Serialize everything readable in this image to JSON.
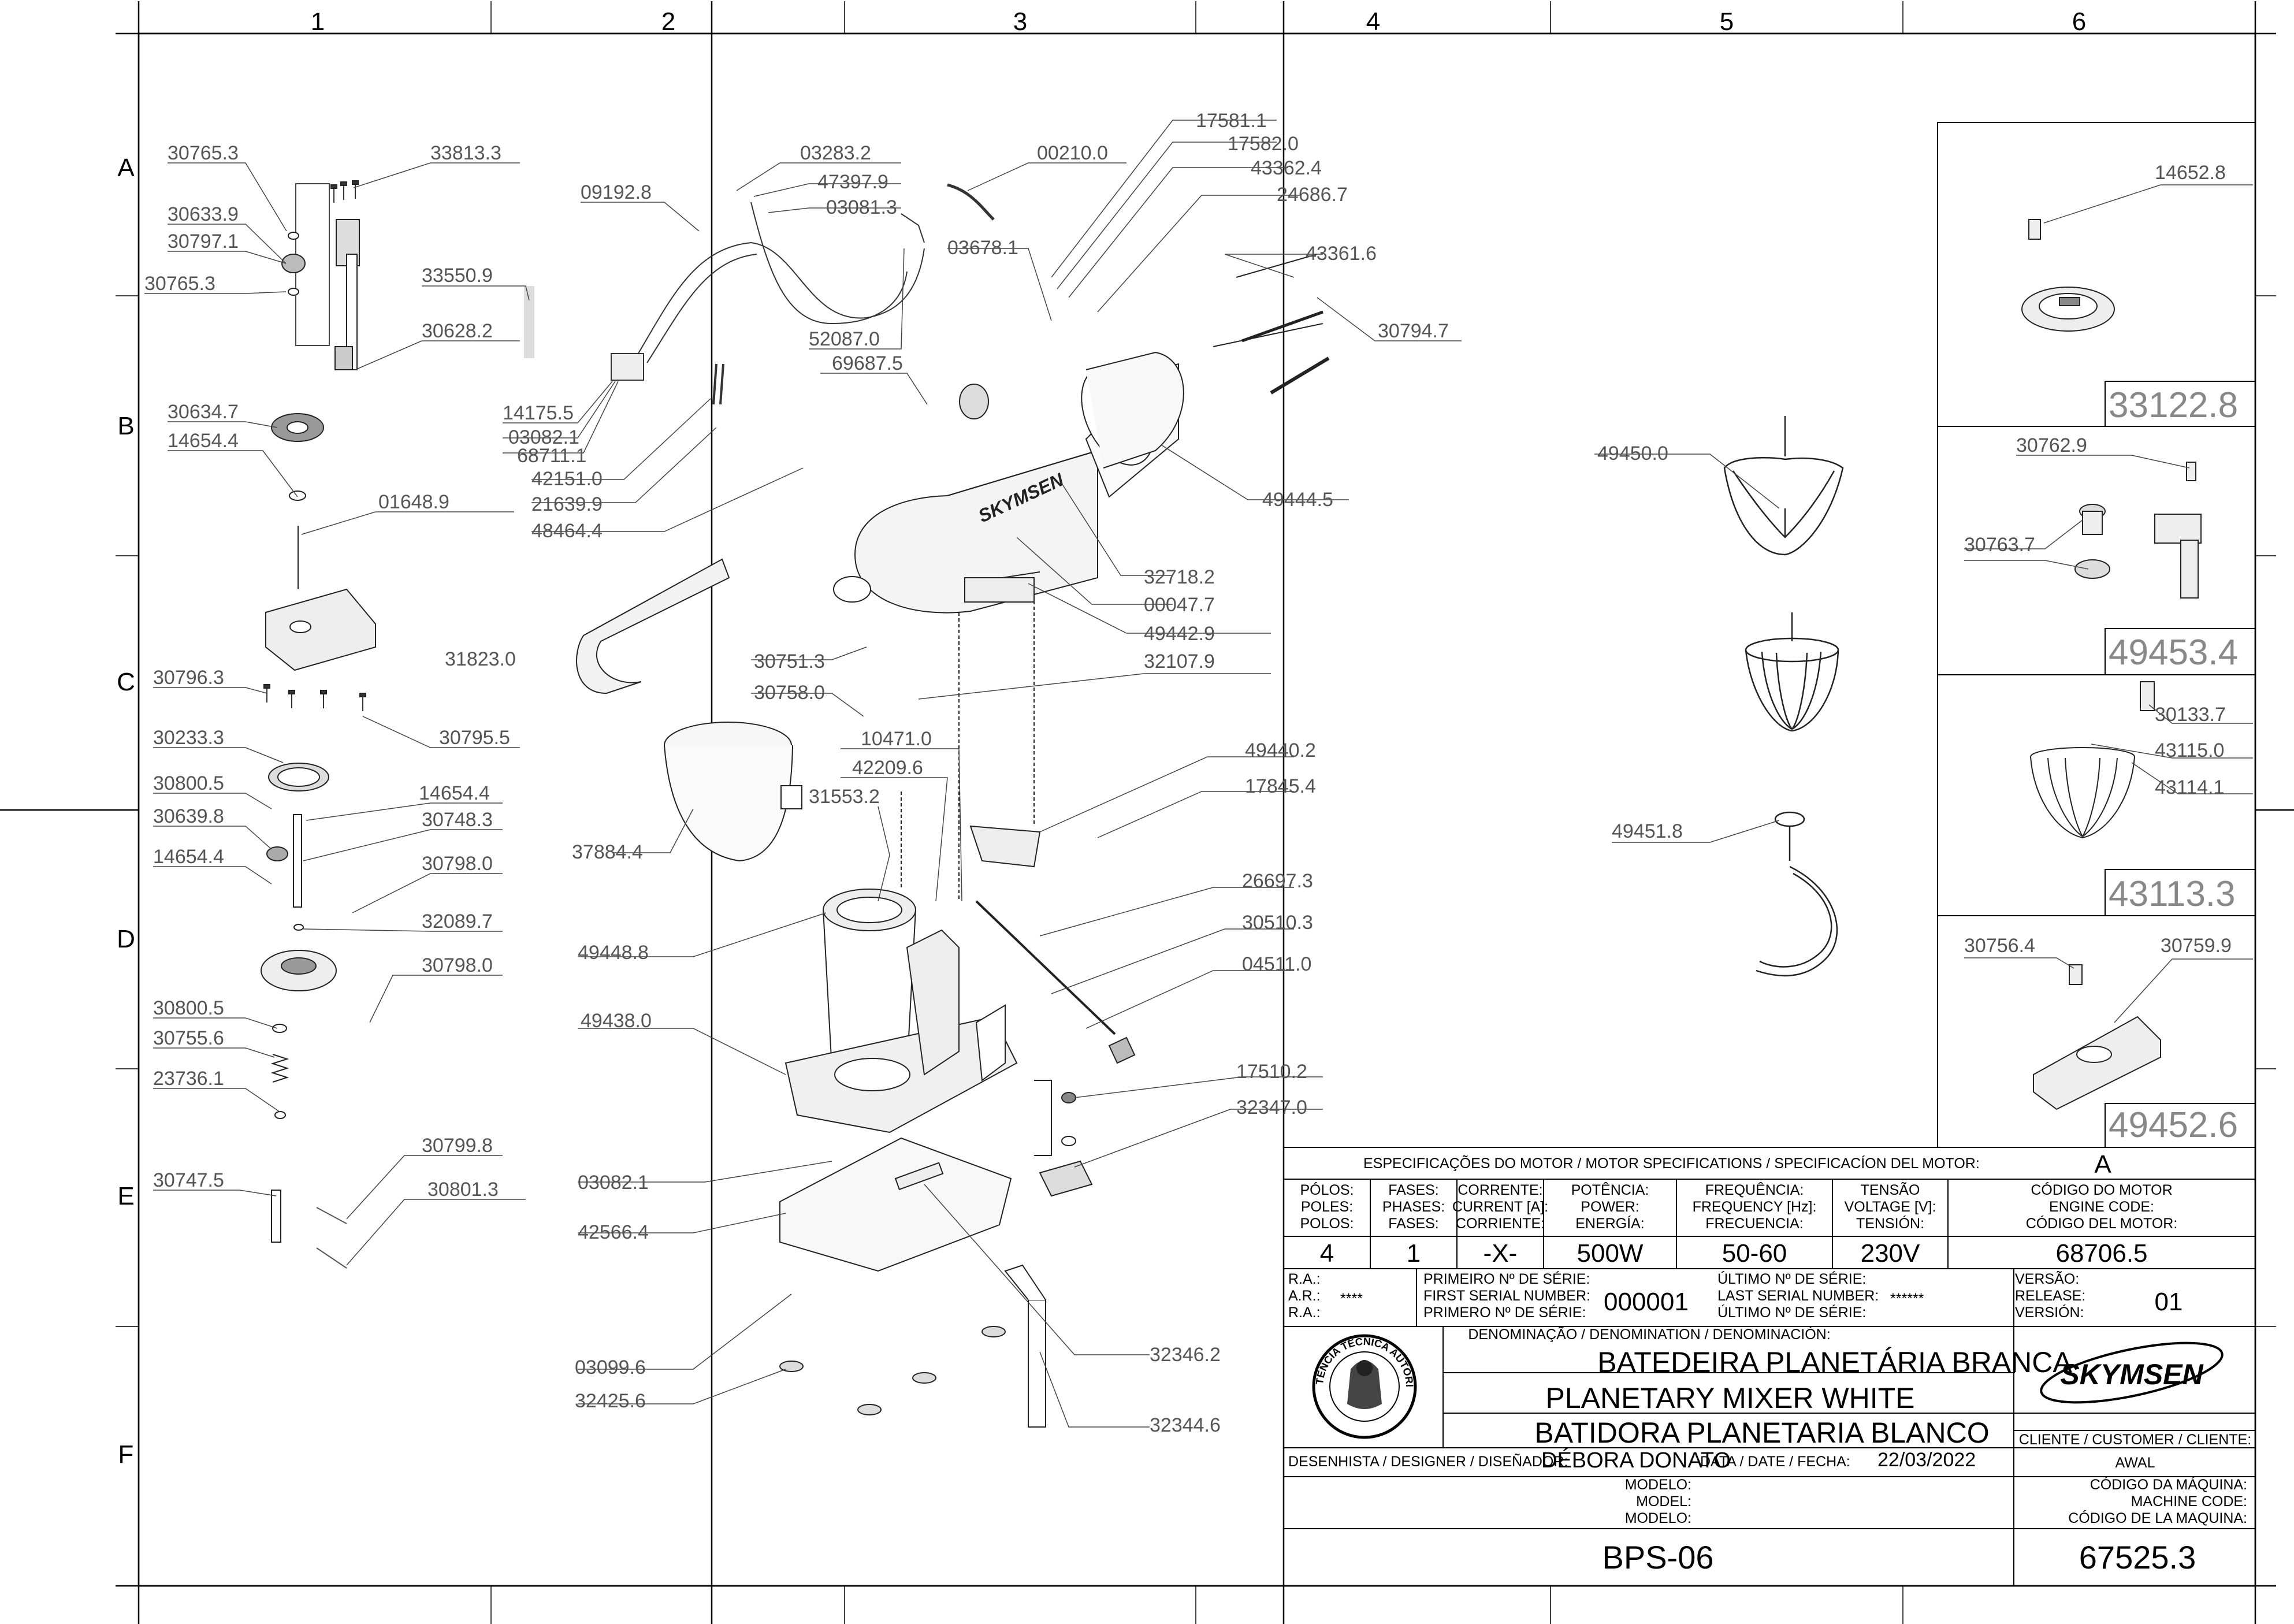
{
  "grid": {
    "columns": [
      "1",
      "2",
      "3",
      "4",
      "5",
      "6"
    ],
    "rows": [
      "A",
      "B",
      "C",
      "D",
      "E",
      "F"
    ]
  },
  "brand": "SKYMSEN",
  "parts": {
    "p30765_3a": "30765.3",
    "p33813_3": "33813.3",
    "p30633_9": "30633.9",
    "p30797_1": "30797.1",
    "p30765_3b": "30765.3",
    "p33550_9": "33550.9",
    "p30628_2": "30628.2",
    "p30634_7": "30634.7",
    "p14654_4a": "14654.4",
    "p01648_9": "01648.9",
    "p30796_3": "30796.3",
    "p30795_5": "30795.5",
    "p30233_3": "30233.3",
    "p30800_5a": "30800.5",
    "p14654_4b": "14654.4",
    "p30639_8": "30639.8",
    "p30748_3": "30748.3",
    "p14654_4c": "14654.4",
    "p30798_0a": "30798.0",
    "p32089_7": "32089.7",
    "p30798_0b": "30798.0",
    "p30800_5b": "30800.5",
    "p30755_6": "30755.6",
    "p23736_1": "23736.1",
    "p30799_8": "30799.8",
    "p30747_5": "30747.5",
    "p30801_3": "30801.3",
    "p03283_2": "03283.2",
    "p00210_0": "00210.0",
    "p09192_8": "09192.8",
    "p47397_9": "47397.9",
    "p03081_3": "03081.3",
    "p52087_0": "52087.0",
    "p69687_5": "69687.5",
    "p14175_5": "14175.5",
    "p03082_1a": "03082.1",
    "p68711_1": "68711.1",
    "p42151_0": "42151.0",
    "p21639_9": "21639.9",
    "p48464_4": "48464.4",
    "p17581_1": "17581.1",
    "p17582_0": "17582.0",
    "p43362_4": "43362.4",
    "p24686_7": "24686.7",
    "p03678_1": "03678.1",
    "p43361_6": "43361.6",
    "p30794_7": "30794.7",
    "p49444_5": "49444.5",
    "p32718_2": "32718.2",
    "p00047_7": "00047.7",
    "p49442_9": "49442.9",
    "p31823_0": "31823.0",
    "p30751_3": "30751.3",
    "p30758_0": "30758.0",
    "p32107_9": "32107.9",
    "p10471_0": "10471.0",
    "p42209_6": "42209.6",
    "p49440_2": "49440.2",
    "p17845_4": "17845.4",
    "p31553_2": "31553.2",
    "p37884_4": "37884.4",
    "p26697_3": "26697.3",
    "p30510_3": "30510.3",
    "p04511_0": "04511.0",
    "p49448_8": "49448.8",
    "p49438_0": "49438.0",
    "p17510_2": "17510.2",
    "p32347_0": "32347.0",
    "p03082_1b": "03082.1",
    "p42566_4": "42566.4",
    "p03099_6": "03099.6",
    "p32346_2": "32346.2",
    "p32425_6": "32425.6",
    "p32344_6": "32344.6",
    "p49450_0": "49450.0",
    "p49451_8": "49451.8",
    "p14652_8": "14652.8",
    "p30762_9": "30762.9",
    "p30763_7": "30763.7",
    "p30133_7": "30133.7",
    "p43115_0": "43115.0",
    "p43114_1": "43114.1",
    "p30756_4": "30756.4",
    "p30759_9": "30759.9"
  },
  "insets": {
    "code1": "33122.8",
    "code2": "49453.4",
    "code3": "43113.3",
    "code4": "49452.6"
  },
  "title_block": {
    "motor_spec_label": "ESPECIFICAÇÕES DO MOTOR / MOTOR SPECIFICATIONS / SPECIFICACÍON DEL MOTOR:",
    "motor_spec_value": "A",
    "poles_header": [
      "PÓLOS:",
      "POLES:",
      "POLOS:"
    ],
    "phases_header": [
      "FASES:",
      "PHASES:",
      "FASES:"
    ],
    "current_header": [
      "CORRENTE:",
      "CURRENT [A]:",
      "CORRIENTE:"
    ],
    "power_header": [
      "POTÊNCIA:",
      "POWER:",
      "ENERGÍA:"
    ],
    "frequency_header": [
      "FREQUÊNCIA:",
      "FREQUENCY [Hz]:",
      "FRECUENCIA:"
    ],
    "voltage_header": [
      "TENSÃO",
      "VOLTAGE [V]:",
      "TENSIÓN:"
    ],
    "engine_code_header": [
      "CÓDIGO DO MOTOR",
      "ENGINE CODE:",
      "CÓDIGO DEL MOTOR:"
    ],
    "poles": "4",
    "phases": "1",
    "current": "-X-",
    "power": "500W",
    "frequency": "50-60",
    "voltage": "230V",
    "engine_code": "68706.5",
    "ra_labels": [
      "R.A.:",
      "A.R.:",
      "R.A.:"
    ],
    "ra_value": "****",
    "first_serial_labels": [
      "PRIMEIRO Nº DE SÉRIE:",
      "FIRST SERIAL NUMBER:",
      "PRIMERO Nº DE SÉRIE:"
    ],
    "first_serial": "000001",
    "last_serial_labels": [
      "ÚLTIMO Nº DE SÉRIE:",
      "LAST SERIAL NUMBER:",
      "ÚLTIMO Nº DE SÉRIE:"
    ],
    "last_serial": "******",
    "version_labels": [
      "VERSÃO:",
      "RELEASE:",
      "VERSIÓN:"
    ],
    "version": "01",
    "denomination_label": "DENOMINAÇÃO / DENOMINATION / DENOMINACIÓN:",
    "name_pt": "BATEDEIRA PLANETÁRIA BRANCA",
    "name_en": "PLANETARY MIXER WHITE",
    "name_es": "BATIDORA PLANETARIA BLANCO",
    "seal_text_top": "ASSISTÊNCIA TÉCNICA AUTORIZADA",
    "designer_label": "DESENHISTA / DESIGNER / DISEÑADOR:",
    "designer": "DÉBORA DONATO",
    "date_label": "DATA / DATE / FECHA:",
    "date": "22/03/2022",
    "customer_label": "CLIENTE / CUSTOMER / CLIENTE:",
    "customer": "AWAL",
    "model_labels": [
      "MODELO:",
      "MODEL:",
      "MODELO:"
    ],
    "model": "BPS-06",
    "machine_code_labels": [
      "CÓDIGO DA MÁQUINA:",
      "MACHINE CODE:",
      "CÓDIGO DE LA MAQUINA:"
    ],
    "machine_code": "67525.3",
    "brand": "SKYMSEN"
  }
}
